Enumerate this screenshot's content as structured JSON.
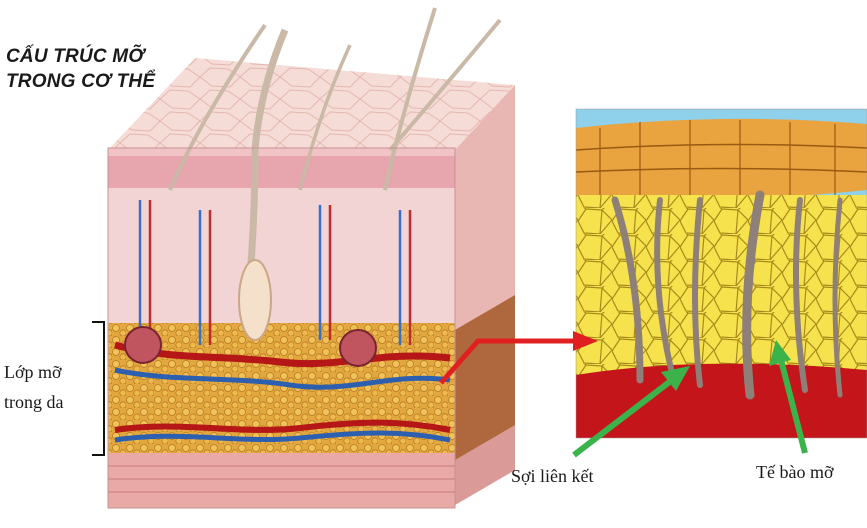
{
  "title": {
    "line1": "CẤU TRÚC MỠ",
    "line2": "TRONG CƠ THỂ"
  },
  "labels": {
    "fat_layer_line1": "Lớp mỡ",
    "fat_layer_line2": "trong da",
    "connective_fiber": "Sợi liên kết",
    "fat_cell": "Tế bào mỡ"
  },
  "colors": {
    "red_arrow": "#e02020",
    "green_arrow": "#3bb34a",
    "fat_yellow": "#f3e04a",
    "fat_orange": "#e9a43f",
    "blood_red": "#c4151b",
    "sky_blue": "#8fd0ea",
    "skin_pink": "#f2c7c4"
  }
}
